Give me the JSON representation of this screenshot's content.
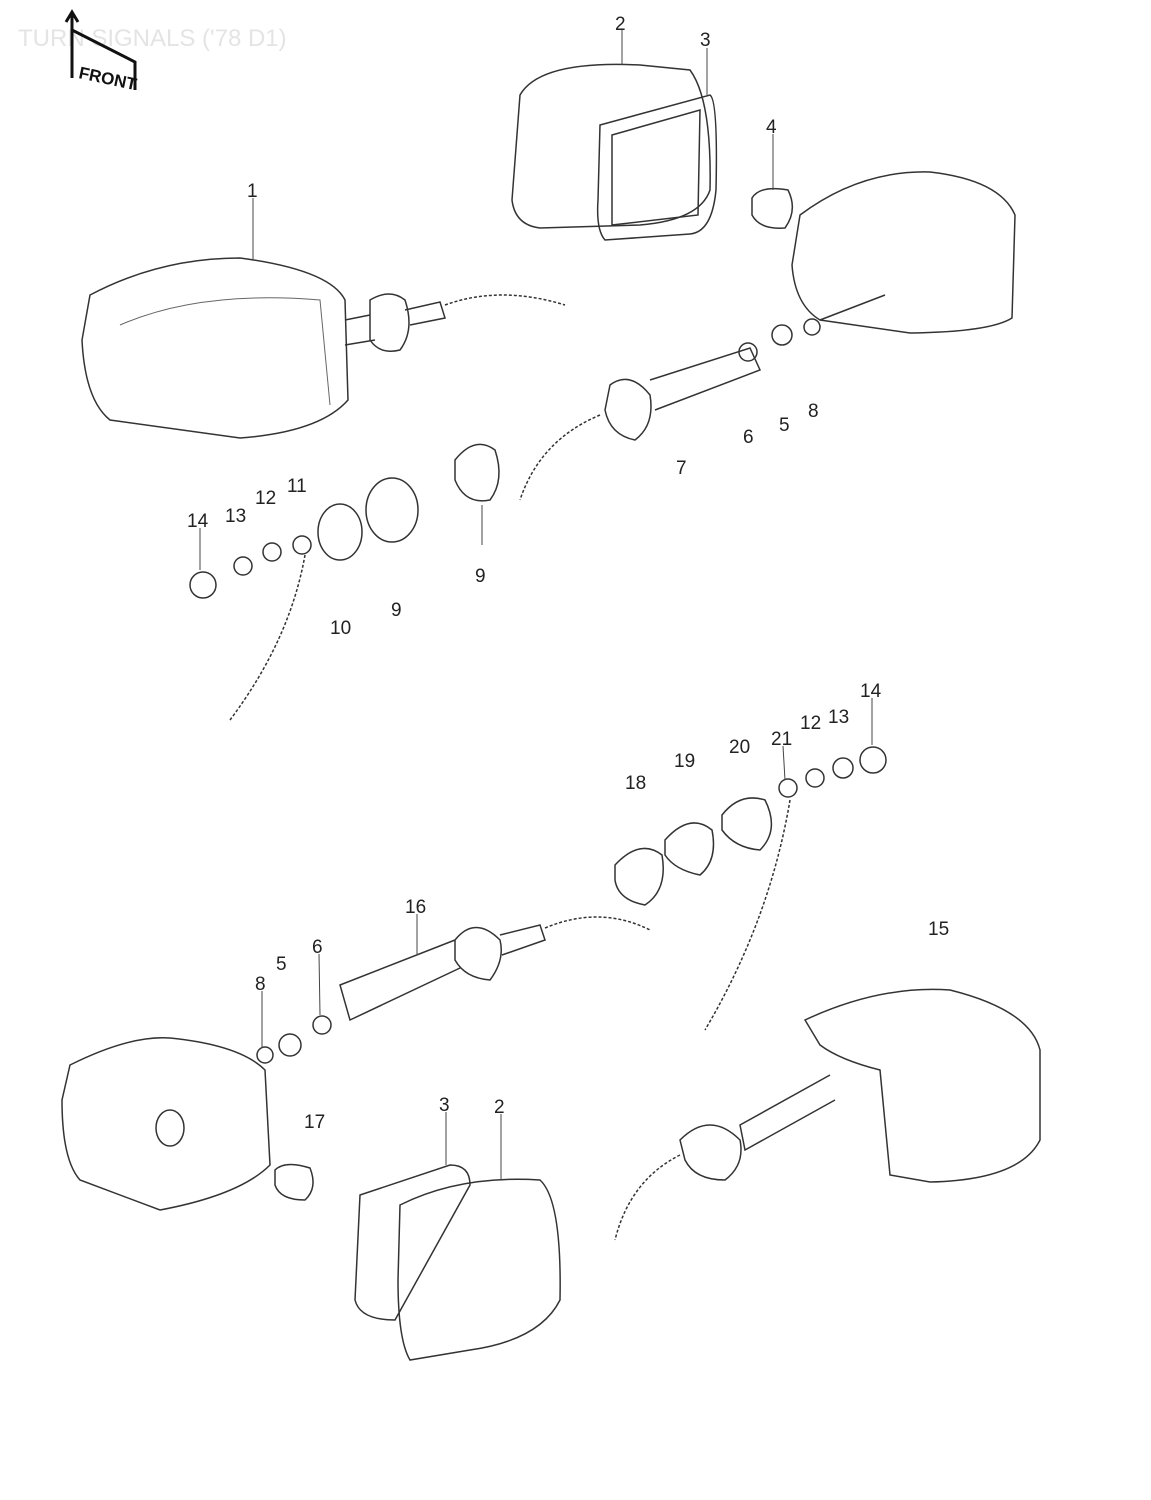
{
  "title": "TURN SIGNALS ('78 D1)",
  "front_marker": "FRONT",
  "callouts": [
    {
      "id": "c2a",
      "text": "2"
    },
    {
      "id": "c3a",
      "text": "3"
    },
    {
      "id": "c4",
      "text": "4"
    },
    {
      "id": "c1",
      "text": "1"
    },
    {
      "id": "c6a",
      "text": "6"
    },
    {
      "id": "c5a",
      "text": "5"
    },
    {
      "id": "c8a",
      "text": "8"
    },
    {
      "id": "c7",
      "text": "7"
    },
    {
      "id": "c14a",
      "text": "14"
    },
    {
      "id": "c13a",
      "text": "13"
    },
    {
      "id": "c12a",
      "text": "12"
    },
    {
      "id": "c11",
      "text": "11"
    },
    {
      "id": "c10",
      "text": "10"
    },
    {
      "id": "c9a",
      "text": "9"
    },
    {
      "id": "c9b",
      "text": "9"
    },
    {
      "id": "c14b",
      "text": "14"
    },
    {
      "id": "c13b",
      "text": "13"
    },
    {
      "id": "c12b",
      "text": "12"
    },
    {
      "id": "c21",
      "text": "21"
    },
    {
      "id": "c20",
      "text": "20"
    },
    {
      "id": "c19",
      "text": "19"
    },
    {
      "id": "c18",
      "text": "18"
    },
    {
      "id": "c16",
      "text": "16"
    },
    {
      "id": "c15",
      "text": "15"
    },
    {
      "id": "c6b",
      "text": "6"
    },
    {
      "id": "c5b",
      "text": "5"
    },
    {
      "id": "c8b",
      "text": "8"
    },
    {
      "id": "c17",
      "text": "17"
    },
    {
      "id": "c3b",
      "text": "3"
    },
    {
      "id": "c2b",
      "text": "2"
    }
  ]
}
